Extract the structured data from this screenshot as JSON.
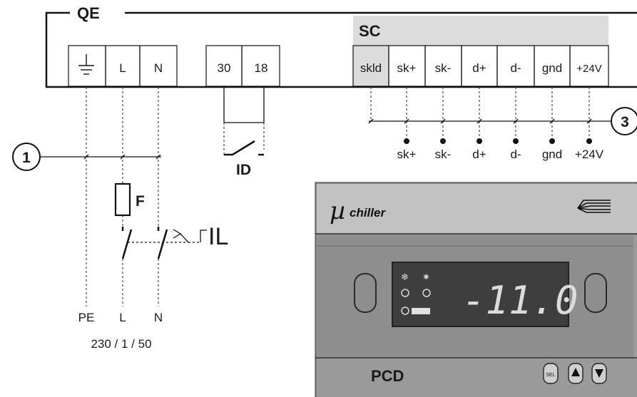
{
  "qe": {
    "title": "QE",
    "terminals": [
      "",
      "L",
      "N"
    ],
    "terminals_digital": [
      "30",
      "18"
    ]
  },
  "sc": {
    "title": "SC",
    "terminals": [
      "skld",
      "sk+",
      "sk-",
      "d+",
      "d-",
      "gnd",
      "+24V"
    ]
  },
  "bus_labels": [
    "sk+",
    "sk-",
    "d+",
    "d-",
    "gnd",
    "+24V"
  ],
  "callouts": [
    "1",
    "3"
  ],
  "fuse_label": "F",
  "id_label": "ID",
  "il_label": "IL",
  "supply": {
    "labels": [
      "PE",
      "L",
      "N"
    ],
    "rating": "230 / 1 / 50"
  },
  "controller": {
    "brand_prefix": "µ",
    "brand": "chiller",
    "display_value": "-11.0",
    "pcd_label": "PCD",
    "button_set": "SEL"
  },
  "colors": {
    "panel": "#8a8a8a",
    "header": "#bdbdbd",
    "display": "#3e3e3e",
    "sc_fill": "#dcdcdc"
  }
}
